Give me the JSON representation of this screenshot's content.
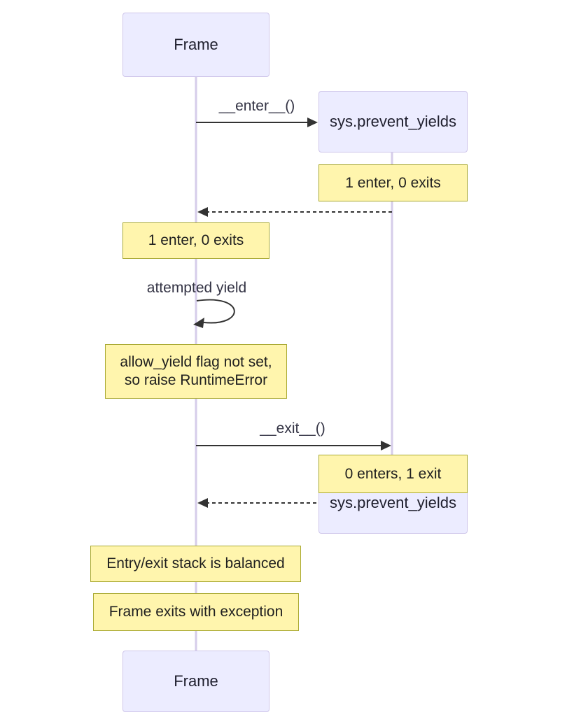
{
  "diagram": {
    "type": "sequence-diagram",
    "participants": [
      {
        "label": "Frame"
      },
      {
        "label": "sys.prevent_yields"
      }
    ],
    "messages": [
      {
        "label": "__enter__()",
        "from": "Frame",
        "to": "sys.prevent_yields",
        "line": "solid"
      },
      {
        "label": "",
        "from": "sys.prevent_yields",
        "to": "Frame",
        "line": "dashed"
      },
      {
        "label": "attempted yield",
        "from": "Frame",
        "to": "Frame",
        "line": "self-loop"
      },
      {
        "label": "__exit__()",
        "from": "Frame",
        "to": "sys.prevent_yields",
        "line": "solid"
      },
      {
        "label": "",
        "from": "sys.prevent_yields",
        "to": "Frame",
        "line": "dashed"
      }
    ],
    "notes": [
      {
        "text": "1 enter, 0 exits",
        "over": "sys.prevent_yields"
      },
      {
        "text": "1 enter, 0 exits",
        "over": "Frame"
      },
      {
        "text_line1": "allow_yield flag not set,",
        "text_line2": "so raise RuntimeError",
        "over": "Frame"
      },
      {
        "text": "0 enters, 1 exit",
        "over": "sys.prevent_yields"
      },
      {
        "text": "Entry/exit stack is balanced",
        "over": "Frame"
      },
      {
        "text": "Frame exits with exception",
        "over": "Frame"
      }
    ],
    "colors": {
      "actor_fill": "#ECECFF",
      "actor_border": "#CFC6EA",
      "note_fill": "#FFF5AD",
      "note_border": "#AAAA33",
      "message_line": "#333333",
      "lifeline": "#D6CDEA",
      "background": "#FFFFFF"
    }
  }
}
